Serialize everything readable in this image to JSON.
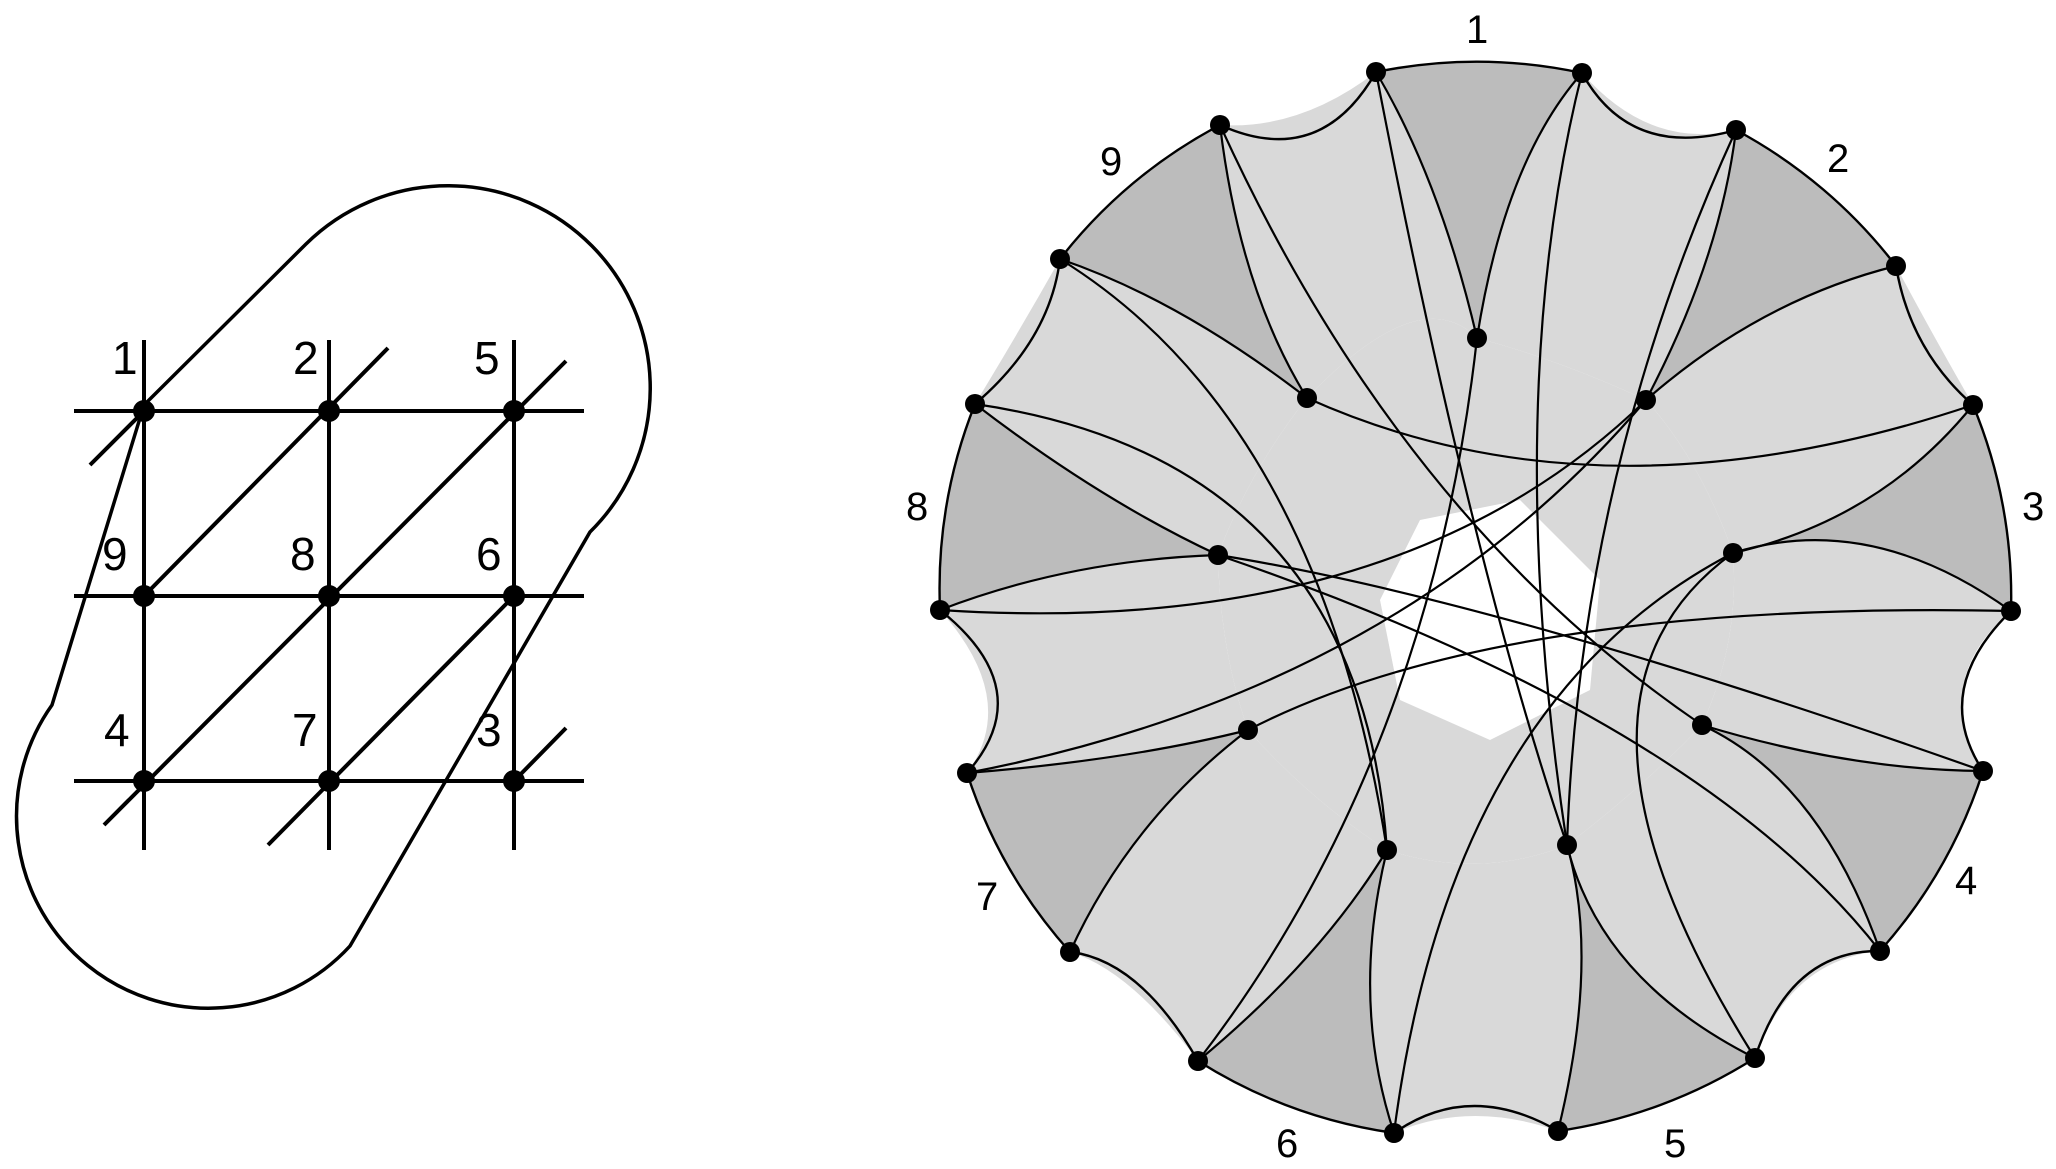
{
  "grid": {
    "labels": [
      "1",
      "2",
      "5",
      "9",
      "8",
      "6",
      "4",
      "7",
      "3"
    ]
  },
  "circle": {
    "labels": [
      "1",
      "2",
      "3",
      "4",
      "5",
      "6",
      "7",
      "8",
      "9"
    ],
    "colors": {
      "dark": "#bcbcbc",
      "light": "#d9d9d9",
      "stroke": "#000000"
    }
  }
}
